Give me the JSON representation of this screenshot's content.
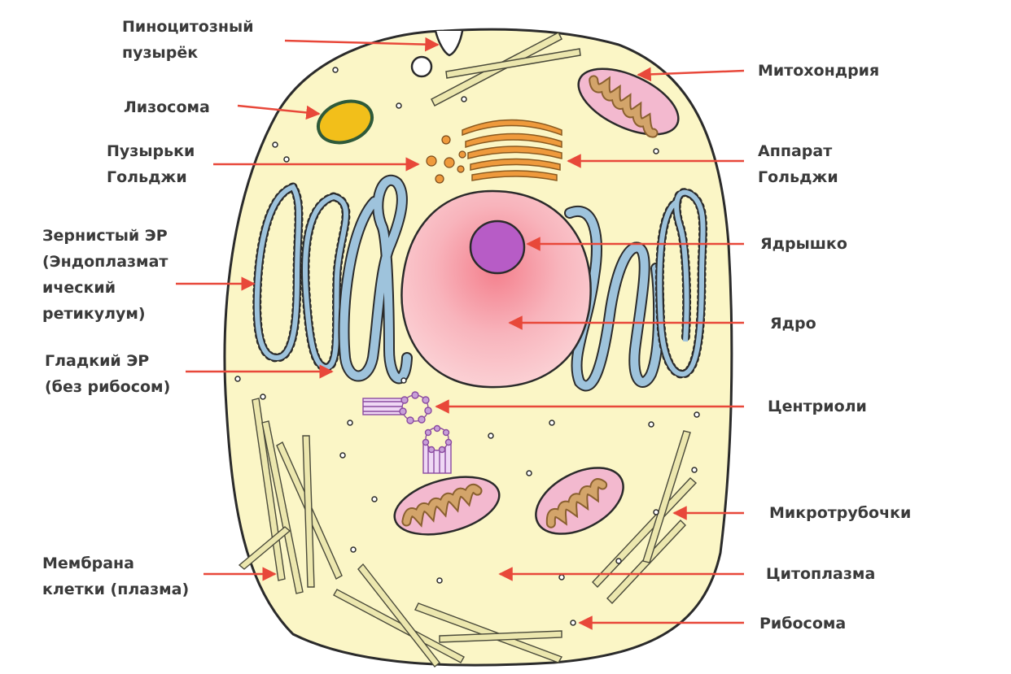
{
  "colors": {
    "cytoplasm": "#fbf6c6",
    "membrane": "#2b2b2b",
    "arrow": "#e8483a",
    "er": "#9ec3dc",
    "nucleus": "#f7b6bd",
    "nucleolus": "#b75cc6",
    "golgi": "#ef9a3c",
    "lysosome": "#f2bf1a",
    "mito_outer": "#f3b9cf",
    "mito_inner": "#c8985a",
    "microtubule": "#ece7ae",
    "centriole": "#c8a0d8"
  },
  "labels": {
    "pinocytic_vesicle": "Пиноцитозный\nпузырёк",
    "lysosome": "Лизосома",
    "golgi_vesicles": "Пузырьки\nГольджи",
    "rough_er": "Зернистый ЭР\n(Эндоплазмат\nический\nретикулум)",
    "smooth_er": "Гладкий ЭР\n(без рибосом)",
    "membrane": "Мембрана\nклетки (плазма)",
    "mitochondrion": "Митохондрия",
    "golgi_apparatus": "Аппарат\nГольджи",
    "nucleolus": "Ядрышко",
    "nucleus": "Ядро",
    "centrioles": "Центриоли",
    "microtubules": "Микротрубочки",
    "cytoplasm": "Цитоплазма",
    "ribosome": "Рибосома"
  }
}
